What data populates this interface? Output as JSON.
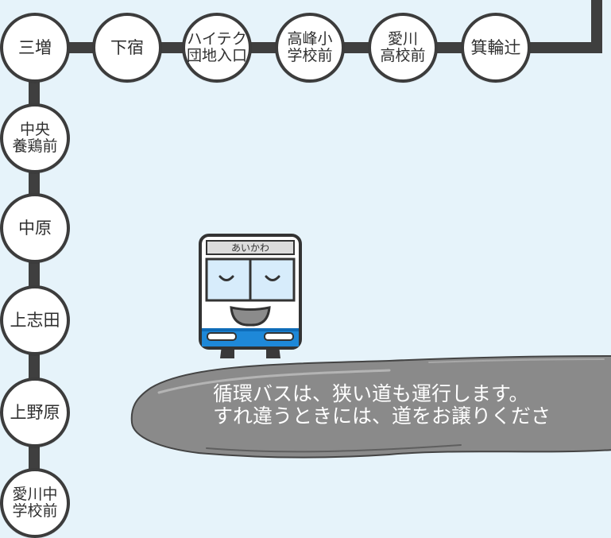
{
  "stops": {
    "misu": "三増",
    "shimojuku": "下宿",
    "hightech": "ハイテク\n団地入口",
    "takamine": "高峰小\n学校前",
    "aikawa_high": "愛川\n高校前",
    "minowa": "箕輪辻",
    "chuo": "中央\n養鶏前",
    "nakahara": "中原",
    "kamishida": "上志田",
    "kaminohara": "上野原",
    "aikawa_jh": "愛川中\n学校前"
  },
  "bus": {
    "sign": "あいかわ"
  },
  "message": {
    "line1": "循環バスは、狭い道も運行します。",
    "line2": "すれ違うときには、道をお譲りくださ"
  },
  "colors": {
    "background": "#e6f3fa",
    "route": "#3f3f3f",
    "cloud": "#8a8a8a",
    "bus_blue": "#1e88d8",
    "window": "#d7ecfb"
  }
}
